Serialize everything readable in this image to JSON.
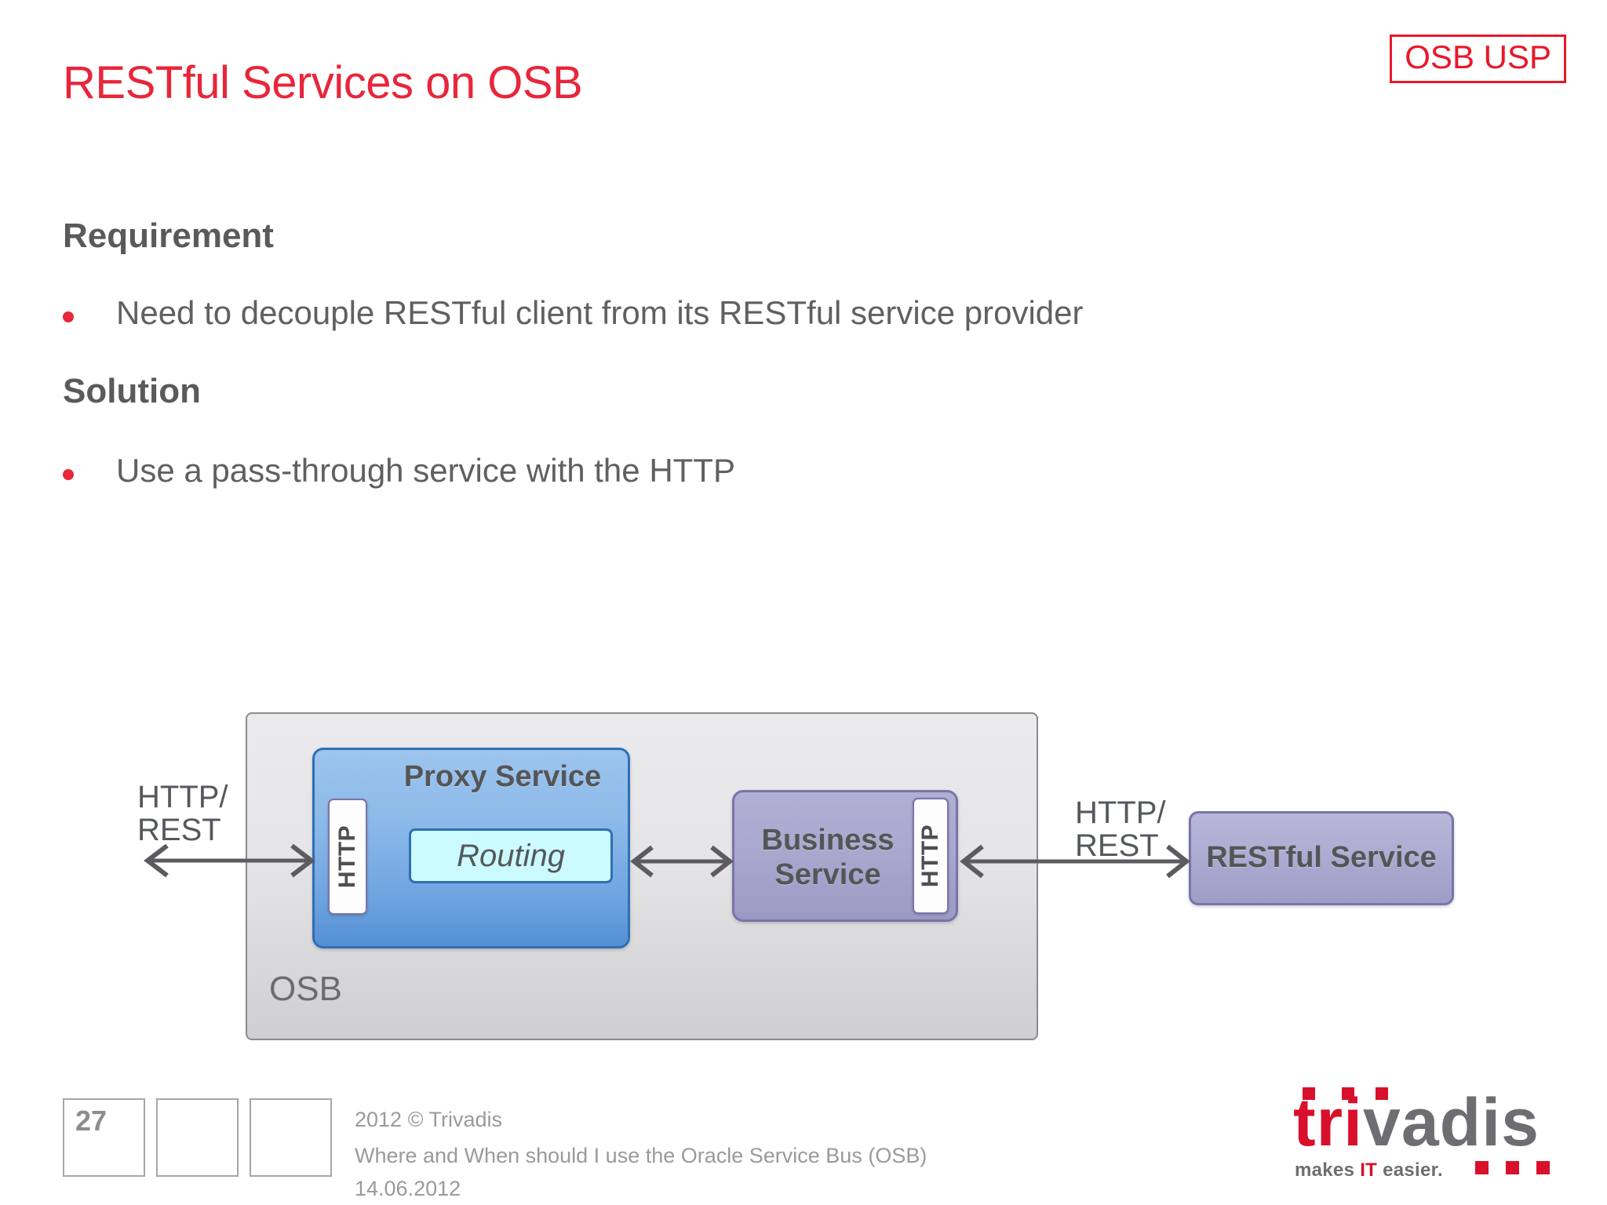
{
  "slide": {
    "title": "RESTful Services on OSB",
    "badge": "OSB USP"
  },
  "content": {
    "requirement_heading": "Requirement",
    "requirement_bullet": "Need to decouple RESTful client from its RESTful service provider",
    "solution_heading": "Solution",
    "solution_bullet": "Use a pass-through service with the HTTP"
  },
  "diagram": {
    "container_label": "OSB",
    "proxy_service_title": "Proxy Service",
    "proxy_http_label": "HTTP",
    "routing_label": "Routing",
    "business_service_title": "Business Service",
    "business_http_label": "HTTP",
    "restful_service_title": "RESTful Service",
    "left_connector_label": "HTTP/ REST",
    "right_connector_label": "HTTP/ REST"
  },
  "footer": {
    "page_number": "27",
    "copyright": "2012 © Trivadis",
    "deck_title": "Where and When should I use the Oracle Service Bus (OSB)",
    "date": "14.06.2012"
  },
  "logo": {
    "brand_red": "tri",
    "brand_gray": "vadis",
    "tagline_pre": "makes ",
    "tagline_red": "IT",
    "tagline_post": " easier."
  },
  "colors": {
    "accent_red": "#e8263a",
    "badge_red": "#e8182a",
    "body_gray": "#5f6062",
    "proxy_blue": "#6fa4e0",
    "business_purple": "#a9a9cf",
    "arrow_gray": "#5c5c60"
  }
}
